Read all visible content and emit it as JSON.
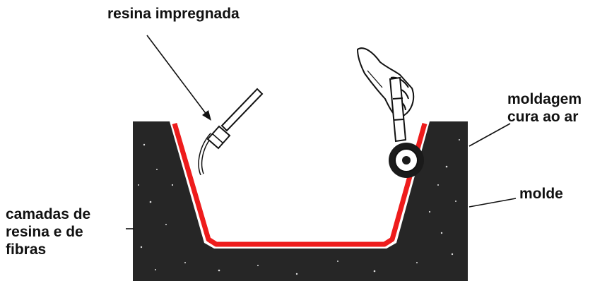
{
  "diagram": {
    "labels": {
      "resin": "resina impregnada",
      "curing": [
        "moldagem",
        "cura ao ar"
      ],
      "mold": "molde",
      "layers": [
        "camadas de",
        "resina e de",
        "fibras"
      ]
    },
    "colors": {
      "mold": "#262626",
      "resin_layer": "#ee1c1c",
      "leader_line": "#111111",
      "background": "#ffffff"
    },
    "icons": [
      "brush-roller-icon",
      "hand-icon"
    ]
  }
}
